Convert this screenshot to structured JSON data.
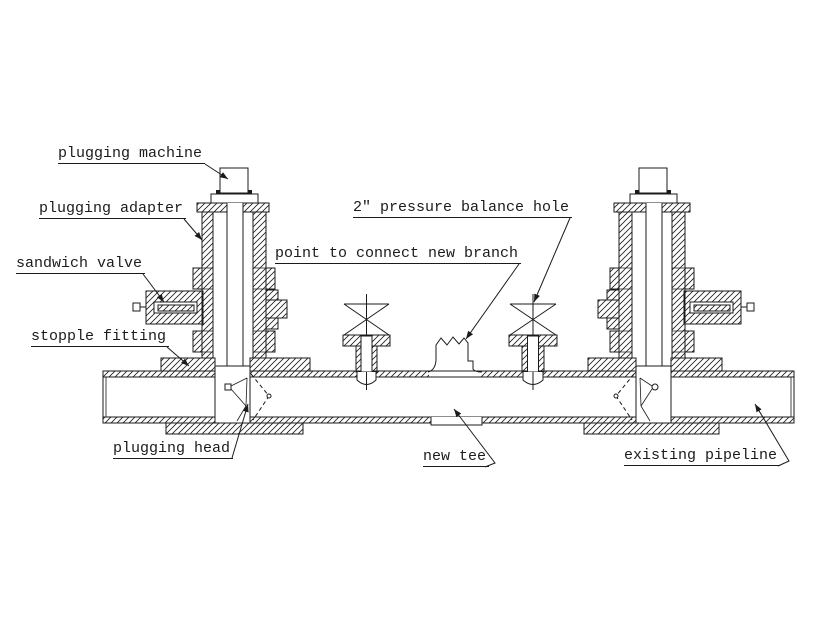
{
  "diagram": {
    "colors": {
      "line": "#1b1b1b",
      "background": "#ffffff"
    },
    "labels": {
      "plugging_machine": "plugging machine",
      "plugging_adapter": "plugging adapter",
      "sandwich_valve": "sandwich valve",
      "stopple_fitting": "stopple fitting",
      "plugging_head": "plugging head",
      "new_tee": "new tee",
      "existing_pipeline": "existing pipeline",
      "pressure_balance_hole": "2″ pressure balance hole",
      "point_to_connect_new_branch": "point to connect new branch"
    }
  }
}
